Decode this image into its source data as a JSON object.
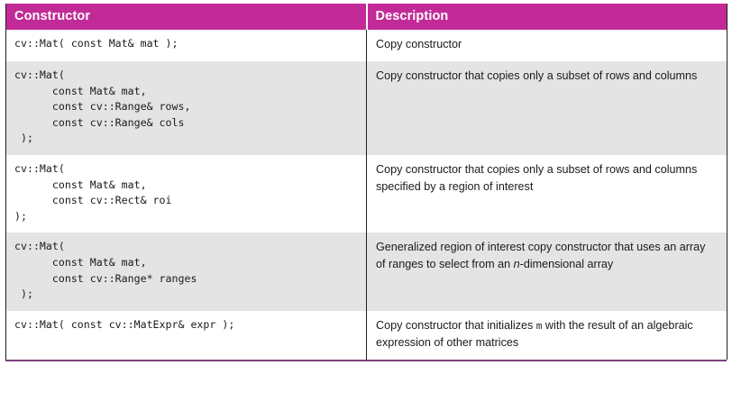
{
  "table": {
    "columns": [
      {
        "id": "constructor",
        "label": "Constructor"
      },
      {
        "id": "description",
        "label": "Description"
      }
    ],
    "header_bg": "#c22a97",
    "header_fg": "#ffffff",
    "shaded_row_bg": "#e4e4e4",
    "rule_color": "#7b3f7b",
    "rows": [
      {
        "shaded": false,
        "code": "cv::Mat( const Mat& mat );",
        "description_parts": [
          {
            "type": "text",
            "text": "Copy constructor"
          }
        ],
        "description_plain": "Copy constructor"
      },
      {
        "shaded": true,
        "code": "cv::Mat(\n      const Mat& mat,\n      const cv::Range& rows,\n      const cv::Range& cols\n );",
        "description_parts": [
          {
            "type": "text",
            "text": "Copy constructor that copies only a subset of rows and columns"
          }
        ],
        "description_plain": "Copy constructor that copies only a subset of rows and columns"
      },
      {
        "shaded": false,
        "code": "cv::Mat(\n      const Mat& mat,\n      const cv::Rect& roi\n);",
        "description_parts": [
          {
            "type": "text",
            "text": "Copy constructor that copies only a subset of rows and columns specified by a region of interest"
          }
        ],
        "description_plain": "Copy constructor that copies only a subset of rows and columns specified by a region of interest"
      },
      {
        "shaded": true,
        "code": "cv::Mat(\n      const Mat& mat,\n      const cv::Range* ranges\n );",
        "description_parts": [
          {
            "type": "text",
            "text": "Generalized region of interest copy constructor that uses an array of ranges to select from an "
          },
          {
            "type": "italic",
            "text": "n"
          },
          {
            "type": "text",
            "text": "-dimensional array"
          }
        ],
        "description_plain": "Generalized region of interest copy constructor that uses an array of ranges to select from an n-dimensional array"
      },
      {
        "shaded": false,
        "code": "cv::Mat( const cv::MatExpr& expr );",
        "description_parts": [
          {
            "type": "text",
            "text": "Copy constructor that initializes "
          },
          {
            "type": "mono",
            "text": "m"
          },
          {
            "type": "text",
            "text": " with the result of an algebraic expression of other matrices"
          }
        ],
        "description_plain": "Copy constructor that initializes m with the result of an algebraic expression of other matrices"
      }
    ]
  }
}
